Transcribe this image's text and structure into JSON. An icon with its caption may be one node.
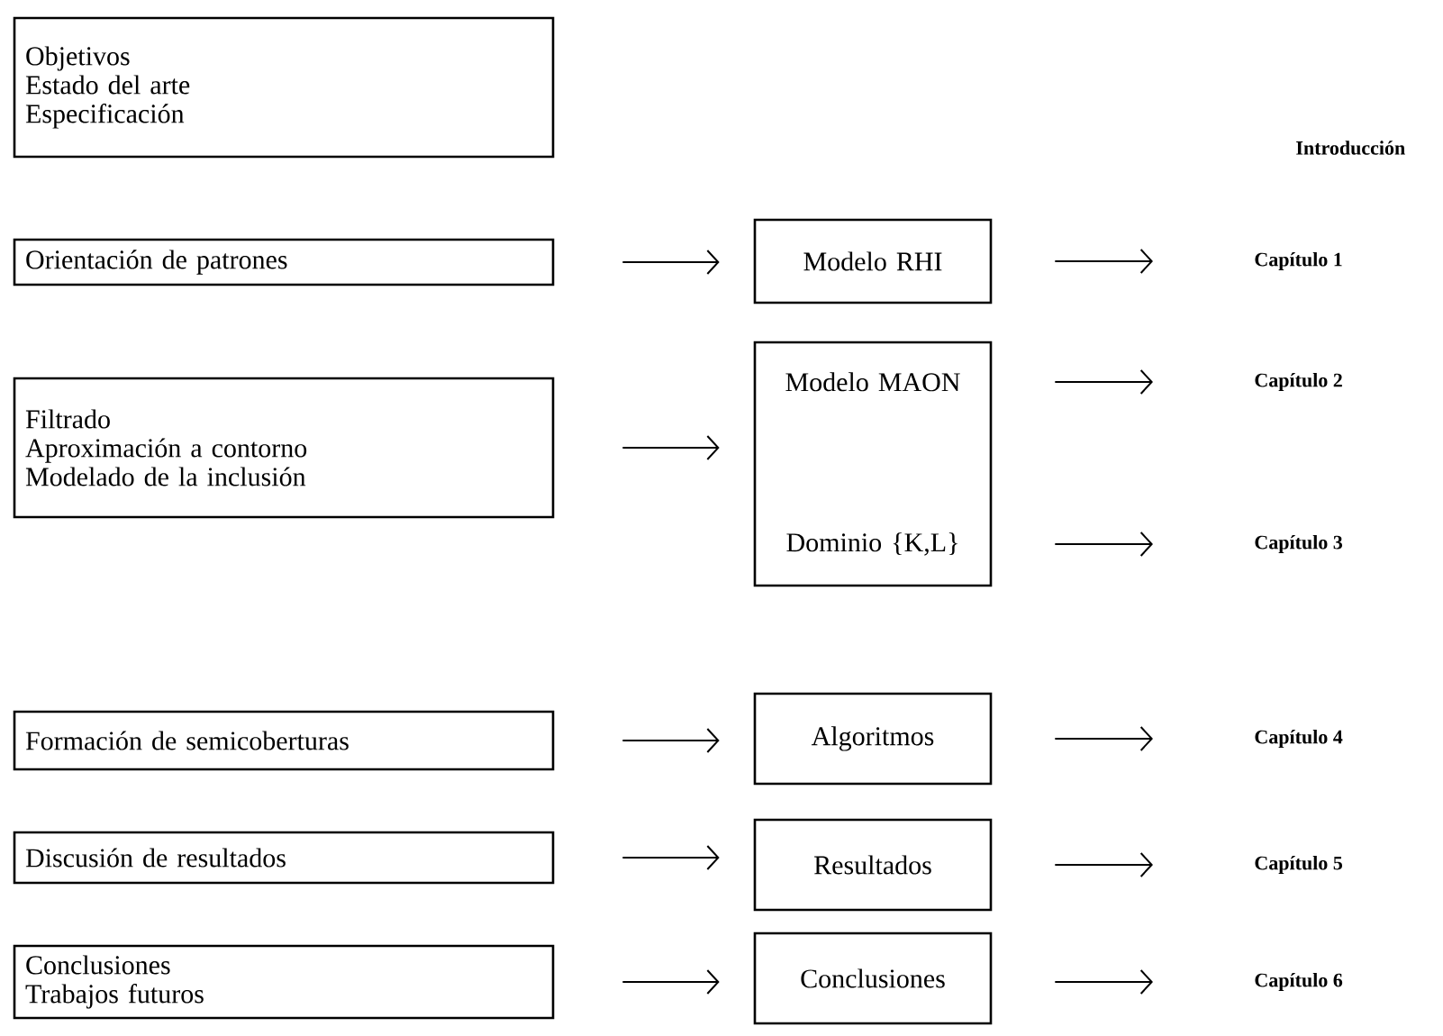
{
  "diagram": {
    "nodes": [
      {
        "text": [
          "Objetivos",
          "Estado del arte",
          "Especificación"
        ]
      },
      {
        "text": [
          "Orientación de patrones"
        ]
      },
      {
        "text": [
          "Modelo RHI"
        ]
      },
      {
        "text": [
          "Capítulo 1"
        ]
      },
      {
        "text": [
          "Filtrado",
          "Aproximación a contorno",
          "Modelado de la inclusión"
        ]
      },
      {
        "text": [
          "Modelo MAON",
          "Dominio {K,L}"
        ]
      },
      {
        "text": [
          "Capítulo 2"
        ]
      },
      {
        "text": [
          "Capítulo 3"
        ]
      },
      {
        "text": [
          "Formación de semicoberturas"
        ]
      },
      {
        "text": [
          "Algoritmos"
        ]
      },
      {
        "text": [
          "Capítulo 4"
        ]
      },
      {
        "text": [
          "Discusión de resultados"
        ]
      },
      {
        "text": [
          "Resultados"
        ]
      },
      {
        "text": [
          "Capítulo 5"
        ]
      },
      {
        "text": [
          "Conclusiones",
          "Trabajos futuros"
        ]
      },
      {
        "text": [
          "Conclusiones"
        ]
      },
      {
        "text": [
          "Capítulo 6"
        ]
      }
    ],
    "edges": [
      {
        "from": 1,
        "to": 2,
        "arrow": "to"
      },
      {
        "from": 2,
        "to": 3,
        "arrow": "to"
      },
      {
        "from": 4,
        "to": 5,
        "arrow": "to"
      },
      {
        "from": 5,
        "to": 6,
        "arrow": "to"
      },
      {
        "from": 5,
        "to": 7,
        "arrow": "to"
      },
      {
        "from": 8,
        "to": 9,
        "arrow": "to"
      },
      {
        "from": 9,
        "to": 10,
        "arrow": "to"
      },
      {
        "from": 11,
        "to": 12,
        "arrow": "to"
      },
      {
        "from": 12,
        "to": 13,
        "arrow": "to"
      },
      {
        "from": 14,
        "to": 15,
        "arrow": "to"
      },
      {
        "from": 15,
        "to": 16,
        "arrow": "to"
      }
    ],
    "labels": [
      "Introducción"
    ]
  }
}
